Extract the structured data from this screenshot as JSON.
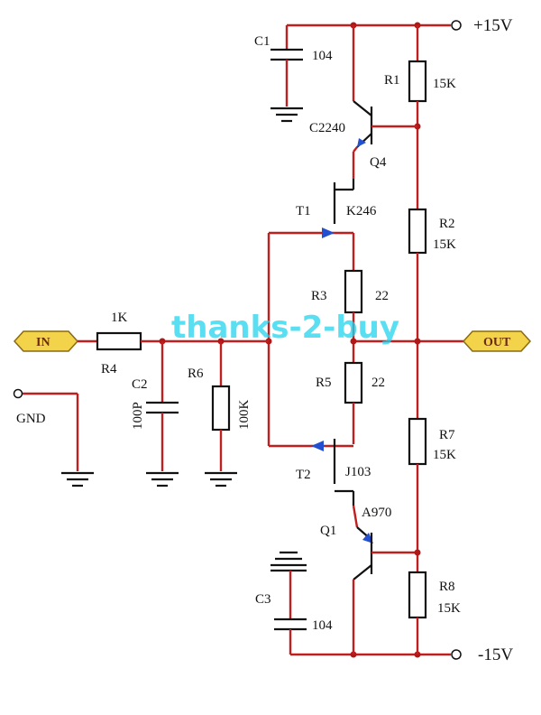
{
  "supplies": {
    "positive": "+15V",
    "negative": "-15V"
  },
  "ports": {
    "in": "IN",
    "out": "OUT",
    "gnd": "GND"
  },
  "watermark": "thanks-2-buy",
  "components": {
    "c1": {
      "ref": "C1",
      "value": "104"
    },
    "c2": {
      "ref": "C2",
      "value": "100P"
    },
    "c3": {
      "ref": "C3",
      "value": "104"
    },
    "r1": {
      "ref": "R1",
      "value": "15K"
    },
    "r2": {
      "ref": "R2",
      "value": "15K"
    },
    "r3": {
      "ref": "R3",
      "value": "22"
    },
    "r4": {
      "ref": "R4",
      "value": "1K"
    },
    "r5": {
      "ref": "R5",
      "value": "22"
    },
    "r6": {
      "ref": "R6",
      "value": "100K"
    },
    "r7": {
      "ref": "R7",
      "value": "15K"
    },
    "r8": {
      "ref": "R8",
      "value": "15K"
    },
    "q4": {
      "ref": "Q4",
      "part": "C2240"
    },
    "q1": {
      "ref": "Q1",
      "part": "A970"
    },
    "t1": {
      "ref": "T1",
      "part": "K246"
    },
    "t2": {
      "ref": "T2",
      "part": "J103"
    }
  }
}
